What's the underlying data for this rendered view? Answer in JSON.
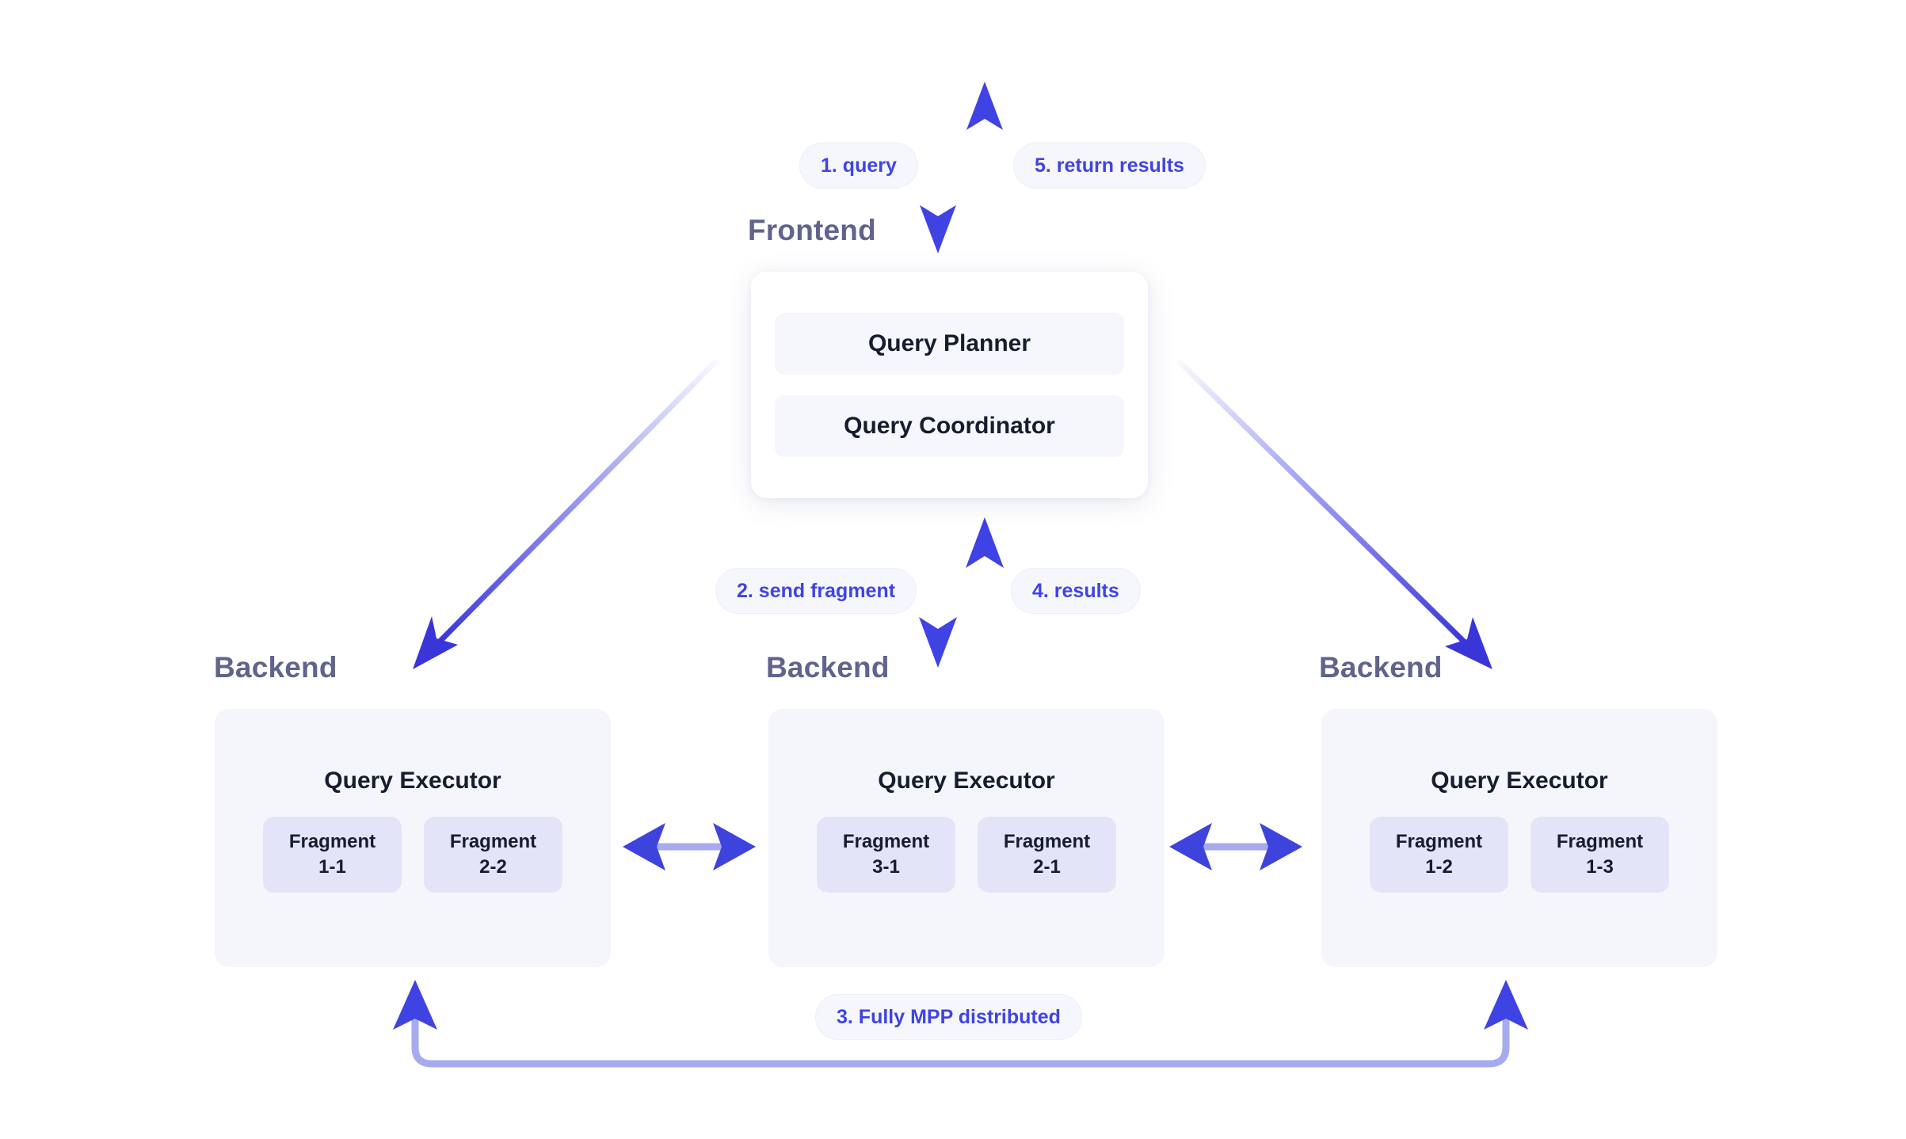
{
  "colors": {
    "page_background": "#ffffff",
    "arrow_solid": "#4043e3",
    "arrow_light": "#a6abef",
    "pill_background": "#f6f7fc",
    "pill_text": "#4043e3",
    "tier_label": "#60638c",
    "card_text": "#151d2e",
    "frontend_card": "#ffffff",
    "frontend_row": "#f6f7fc",
    "backend_card": "#f5f6fc",
    "fragment_box": "#e4e4f8"
  },
  "tiers": {
    "frontend_label": "Frontend",
    "backend_label": "Backend"
  },
  "frontend": {
    "rows": [
      {
        "label": "Query Planner"
      },
      {
        "label": "Query Coordinator"
      }
    ]
  },
  "backends": [
    {
      "tier_label": "Backend",
      "title": "Query Executor",
      "fragments": [
        {
          "name": "Fragment",
          "id": "1-1"
        },
        {
          "name": "Fragment",
          "id": "2-2"
        }
      ]
    },
    {
      "tier_label": "Backend",
      "title": "Query Executor",
      "fragments": [
        {
          "name": "Fragment",
          "id": "3-1"
        },
        {
          "name": "Fragment",
          "id": "2-1"
        }
      ]
    },
    {
      "tier_label": "Backend",
      "title": "Query Executor",
      "fragments": [
        {
          "name": "Fragment",
          "id": "1-2"
        },
        {
          "name": "Fragment",
          "id": "1-3"
        }
      ]
    }
  ],
  "steps": [
    {
      "key": "step1",
      "label": "1. query"
    },
    {
      "key": "step5",
      "label": "5. return results"
    },
    {
      "key": "step2",
      "label": "2. send fragment"
    },
    {
      "key": "step4",
      "label": "4. results"
    },
    {
      "key": "step3",
      "label": "3. Fully MPP distributed"
    }
  ]
}
